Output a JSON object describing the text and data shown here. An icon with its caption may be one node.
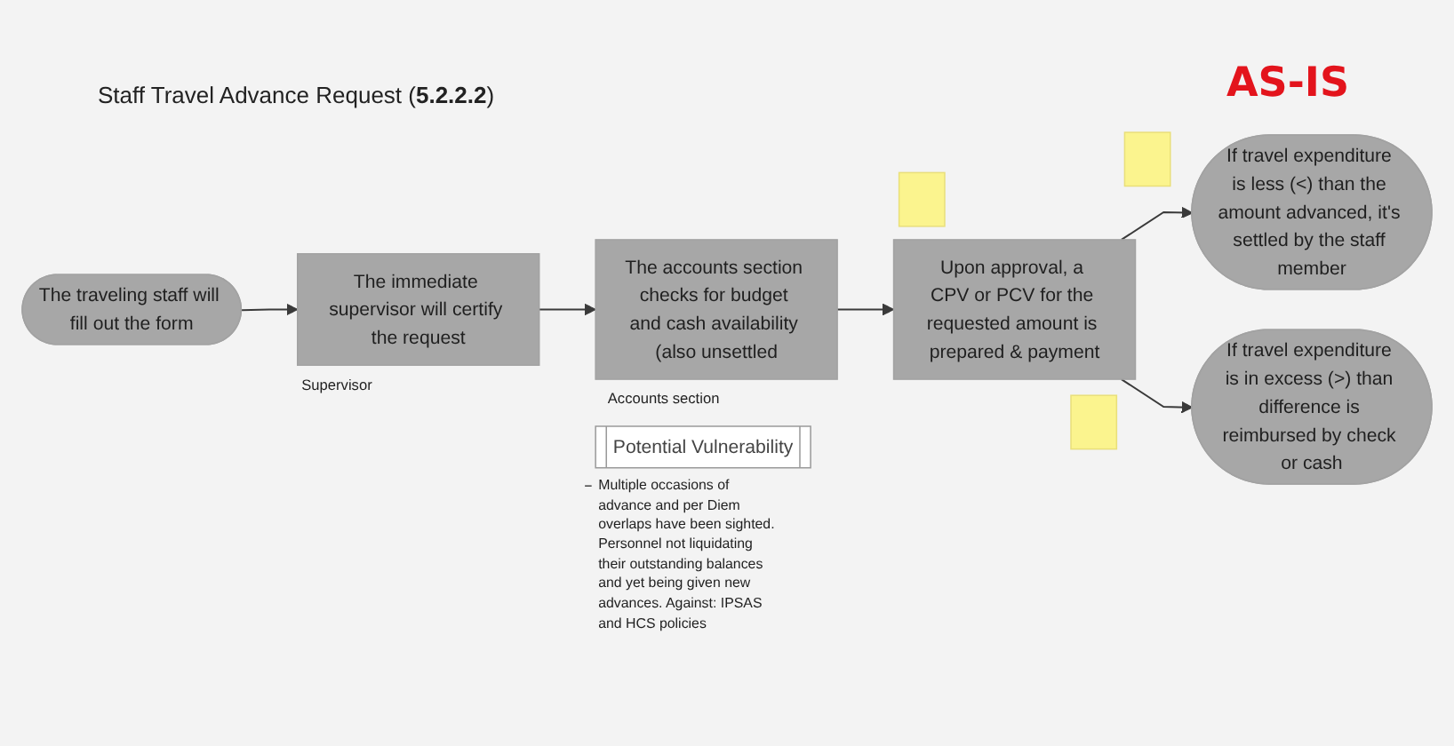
{
  "diagram": {
    "title": "Staff Travel Advance Request (**5.2.2.2**)",
    "nodes": [
      {
        "text": [
          "The traveling staff will fill out the form"
        ]
      },
      {
        "text": [
          "The immediate supervisor will certify the request"
        ],
        "beside": [
          "Supervisor"
        ]
      },
      {
        "text": [
          "The accounts section checks for budget and cash availability (also unsettled"
        ],
        "beside": [
          "Accounts section"
        ]
      },
      {
        "text": [
          "Upon approval, a CPV or PCV for the requested amount is prepared & payment"
        ]
      },
      {
        "text": [
          "If travel expenditure is less (<) than the amount advanced, it's settled by the staff member"
        ]
      },
      {
        "text": [
          "If travel expenditure is in excess (>) than difference is reimbursed by check or cash"
        ]
      },
      {
        "text": [
          "Potential Vulnerability"
        ],
        "beside": [
          "Multiple occasions of advance and per Diem overlaps have been sighted. Personnel not liquidating their outstanding balances and yet being given new advances. Against: IPSAS and HCS policies"
        ]
      },
      {
        "text": [],
        "shape": "box"
      },
      {
        "text": [],
        "shape": "box"
      },
      {
        "text": [],
        "shape": "box"
      }
    ],
    "edges": [
      {
        "from": 0,
        "to": 1,
        "arrow": "to"
      },
      {
        "from": 1,
        "to": 2,
        "arrow": "to"
      },
      {
        "from": 2,
        "to": 3,
        "arrow": "to"
      },
      {
        "from": 3,
        "to": 4,
        "arrow": "to"
      },
      {
        "from": 3,
        "to": 5,
        "arrow": "to"
      }
    ],
    "labels": [
      "AS-IS"
    ]
  }
}
